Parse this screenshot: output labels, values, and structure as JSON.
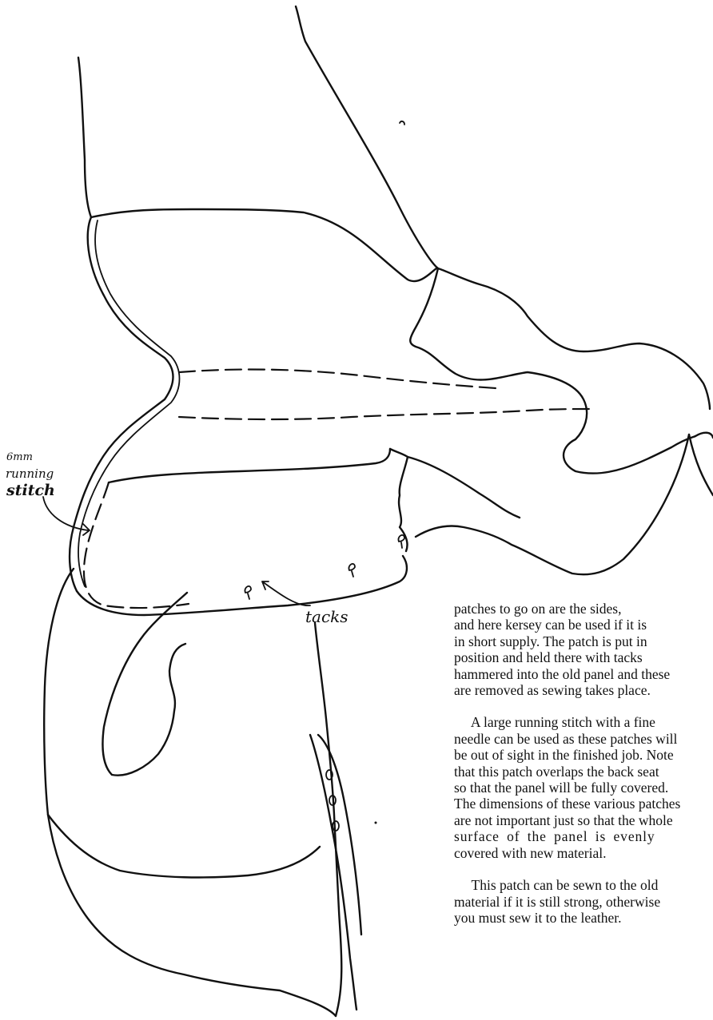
{
  "annotations": {
    "stitch_line1": "6mm",
    "stitch_line2": "running",
    "stitch_line3": "stitch",
    "tacks": "tacks"
  },
  "text": {
    "p1_lines": [
      "patches to go on  are the sides,",
      "and here kersey can be used if it is",
      "in short supply. The patch is put in",
      "position  and  held  there  with tacks",
      "hammered into the old panel and these",
      "are removed as sewing takes place."
    ],
    "p2_lines": [
      "     A large running stitch with a fine",
      "needle can be used as these patches will",
      "be out of sight in the finished job. Note",
      "that this patch overlaps the back seat",
      "so that the panel will be fully covered.",
      "The dimensions of these various patches",
      "are not important just so that the whole",
      "surface  of  the  panel  is  evenly",
      "covered with new material."
    ],
    "p3_lines": [
      "     This patch can be sewn to the old",
      "material if it is still strong, otherwise",
      "you must sew it to the leather."
    ]
  }
}
